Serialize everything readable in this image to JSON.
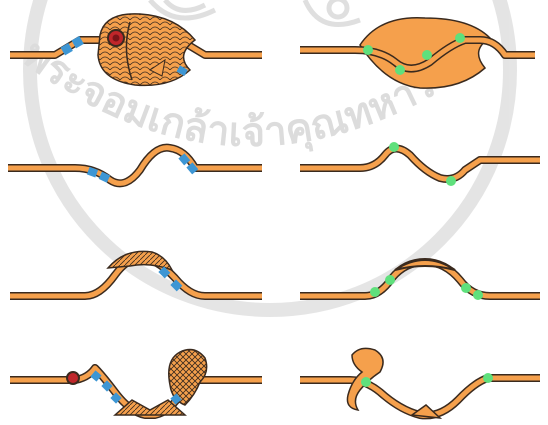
{
  "watermark": {
    "text": "พระจอมเกล้าเจ้าคุณทหาร",
    "color": "#d9d9d9"
  },
  "colors": {
    "rod_fill": "#f5a04c",
    "rod_stroke": "#3a2a1e",
    "blue_joint": "#3d96d4",
    "green_joint": "#5fe07c",
    "ornament_fill": "#f5a04c",
    "eye": "#c0262a"
  },
  "panels": [
    {
      "id": "fish-left",
      "ornament": "fish",
      "joint_color": "blue"
    },
    {
      "id": "fish-right",
      "ornament": "fish-outline",
      "joint_color": "green"
    },
    {
      "id": "wave-left",
      "ornament": "none",
      "joint_color": "blue"
    },
    {
      "id": "wave-right",
      "ornament": "none",
      "joint_color": "green"
    },
    {
      "id": "hump-left",
      "ornament": "cap",
      "joint_color": "blue"
    },
    {
      "id": "hump-right",
      "ornament": "cap",
      "joint_color": "green"
    },
    {
      "id": "bird-left",
      "ornament": "bird",
      "joint_color": "blue"
    },
    {
      "id": "bird-right",
      "ornament": "bird",
      "joint_color": "green"
    }
  ]
}
